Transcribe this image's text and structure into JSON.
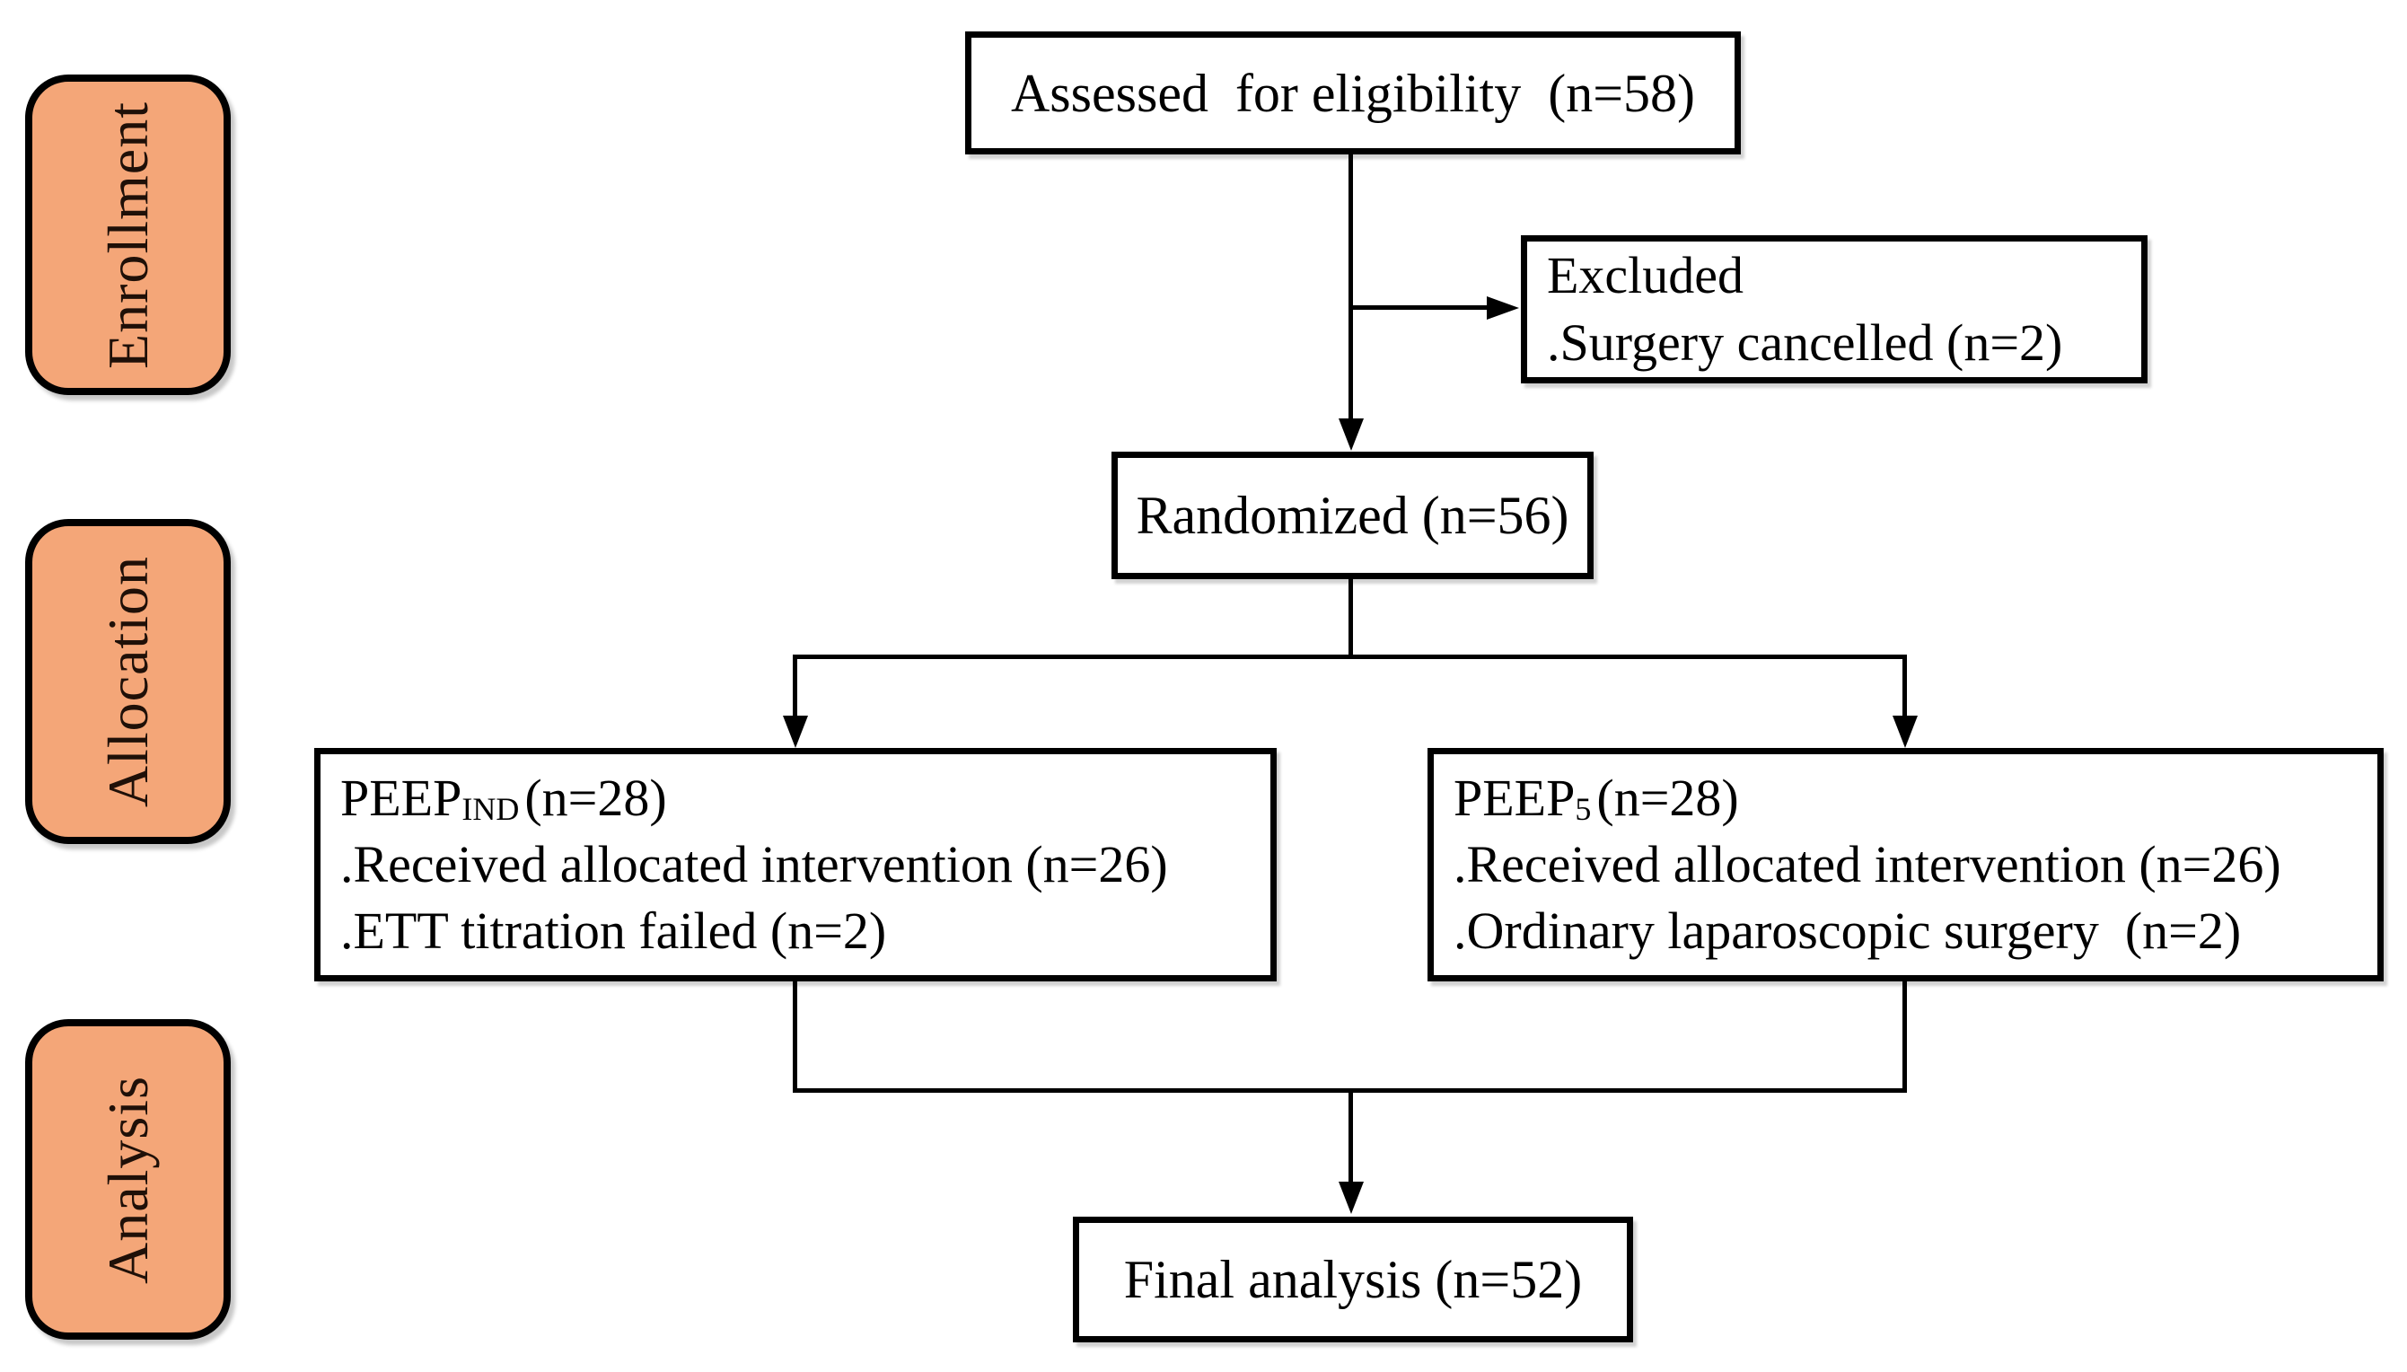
{
  "colors": {
    "stage_fill": "#F4A678",
    "line_and_border": "#000000",
    "background": "#FFFFFF"
  },
  "stages": [
    {
      "label": "Enrollment"
    },
    {
      "label": "Allocation"
    },
    {
      "label": "Analysis"
    }
  ],
  "boxes": {
    "assessed": {
      "text": "Assessed  for eligibility  (n=58)"
    },
    "excluded": {
      "lines": [
        "Excluded",
        ".Surgery cancelled (n=2)"
      ]
    },
    "randomized": {
      "text": "Randomized (n=56)"
    },
    "peep_ind": {
      "title_base": "PEEP",
      "title_sub": "IND",
      "title_count": "(n=28)",
      "lines": [
        ".Received allocated intervention (n=26)",
        ".ETT titration failed (n=2)"
      ]
    },
    "peep_5": {
      "title_base": "PEEP",
      "title_sub": "5",
      "title_count": "(n=28)",
      "lines": [
        ".Received allocated intervention (n=26)",
        ".Ordinary laparoscopic surgery  (n=2)"
      ]
    },
    "final": {
      "text": "Final analysis (n=52)"
    }
  }
}
